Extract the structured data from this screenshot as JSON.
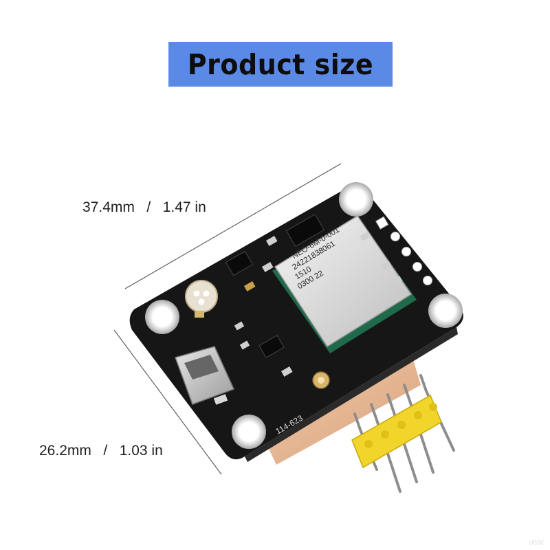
{
  "banner": {
    "title": "Product size",
    "color": "#5b8ae6"
  },
  "dimensions": {
    "width_label": "37.4mm   /   1.47 in",
    "height_label": "26.2mm   /   1.03 in"
  },
  "module": {
    "chip_lines": [
      "NEO-6M-0-001",
      "24221838061",
      "1510",
      "0300  22"
    ],
    "board_marking": "114-623",
    "pcb_color": "#161616",
    "pin_header_color": "#f2d52a"
  },
  "watermark": "USSC"
}
